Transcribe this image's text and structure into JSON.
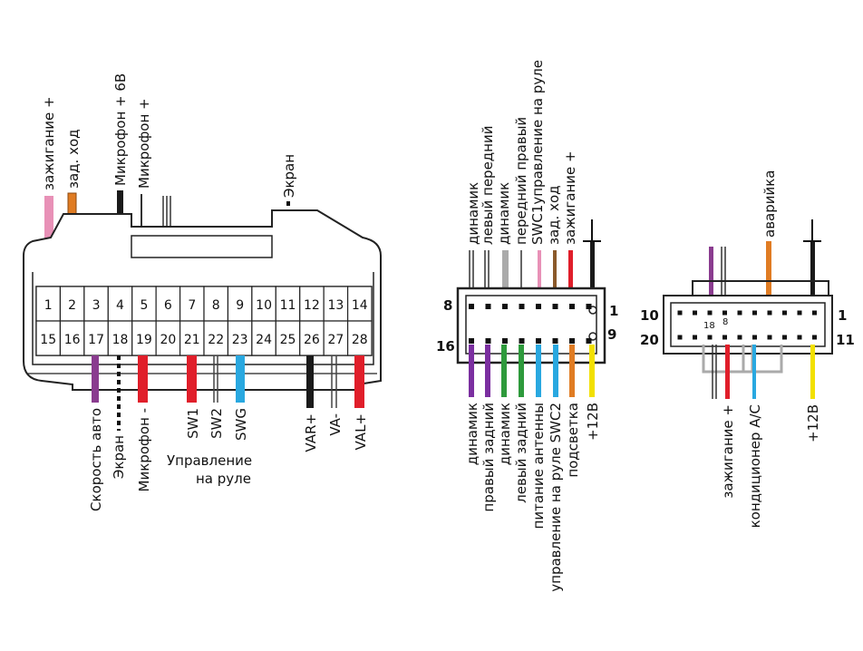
{
  "colors": {
    "pink": "#e891b7",
    "orange": "#e07c23",
    "black": "#1a1a1a",
    "brown": "#8b5a2b",
    "purple": "#8a3c8f",
    "red": "#e01e2a",
    "blue": "#29a8e0",
    "gray": "#aaaaaa",
    "green": "#2e9a3c",
    "violet": "#7b2fa0",
    "yellow": "#f2e000",
    "white": "#ffffff"
  },
  "connector1": {
    "top_pins": [
      "1",
      "2",
      "3",
      "4",
      "5",
      "6",
      "7",
      "8",
      "9",
      "10",
      "11",
      "12",
      "13",
      "14"
    ],
    "bottom_pins": [
      "15",
      "16",
      "17",
      "18",
      "19",
      "20",
      "21",
      "22",
      "23",
      "24",
      "25",
      "26",
      "27",
      "28"
    ],
    "top_labels": {
      "ignition": "зажигание +",
      "reverse": "зад. ход",
      "mic6v": "Микрофон + 6В",
      "micplus": "Микрофон +",
      "screen_top": "Экран"
    },
    "bottom_labels": {
      "speed": "Скорость авто",
      "screen_bottom": "Экран",
      "micminus": "Микрофон -",
      "sw1": "SW1",
      "sw2": "SW2",
      "swg": "SWG",
      "steering_line1": "Управление",
      "steering_line2": "на руле",
      "varplus": "VAR+",
      "vaminus": "VA-",
      "valplus": "VAL+"
    }
  },
  "connector2": {
    "pin_8": "8",
    "pin_1": "1",
    "pin_16": "16",
    "pin_9": "9",
    "top_labels": {
      "speaker": "динамик",
      "left_front": "левый передний",
      "speaker2": "динамик",
      "front_right": "передний правый",
      "swc1": "SWC1управление на руле",
      "reverse": "зад. ход",
      "ignition": "зажигание +"
    },
    "bottom_labels": {
      "speaker": "динамик",
      "rear_right": "правый задний",
      "speaker2": "динамик",
      "rear_left": "левый задний",
      "antenna": "питание антенны",
      "swc2": "управление на руле SWC2",
      "backlight": "подсветка",
      "plus12": "+12В"
    }
  },
  "connector3": {
    "pin_10": "10",
    "pin_1": "1",
    "pin_20": "20",
    "pin_11": "11",
    "pin_18": "18",
    "pin_8": "8",
    "top_labels": {
      "hazard": "аварийка"
    },
    "bottom_labels": {
      "ignition": "зажигание +",
      "ac": "кондиционер A/C",
      "plus12": "+12В"
    }
  }
}
